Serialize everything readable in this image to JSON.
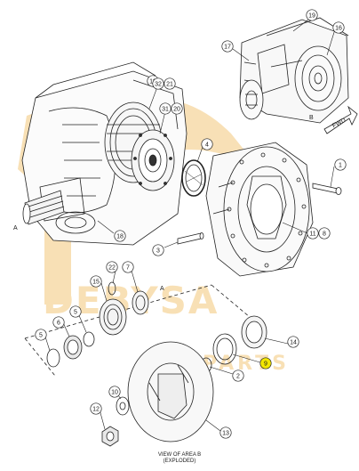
{
  "watermark": {
    "brand_top": "DEBYSA",
    "brand_bottom": "PARTS",
    "color": "#f3c77a"
  },
  "diagram": {
    "caption_line1": "VIEW OF AREA B",
    "caption_line2": "(EXPLODED)",
    "label_a_left": "A",
    "label_a_right": "A",
    "label_b": "B",
    "fwd_label": "FWD",
    "highlight_color": "#f2e600",
    "callouts": [
      {
        "id": "c19",
        "label": "19"
      },
      {
        "id": "c16",
        "label": "16"
      },
      {
        "id": "c17",
        "label": "17"
      },
      {
        "id": "c18a",
        "label": "18"
      },
      {
        "id": "c32",
        "label": "32"
      },
      {
        "id": "c21",
        "label": "21"
      },
      {
        "id": "c31",
        "label": "31"
      },
      {
        "id": "c20",
        "label": "20"
      },
      {
        "id": "c4",
        "label": "4"
      },
      {
        "id": "c1",
        "label": "1"
      },
      {
        "id": "c18b",
        "label": "18"
      },
      {
        "id": "c11",
        "label": "11"
      },
      {
        "id": "c8",
        "label": "8"
      },
      {
        "id": "c3",
        "label": "3"
      },
      {
        "id": "c22",
        "label": "22"
      },
      {
        "id": "c7",
        "label": "7"
      },
      {
        "id": "c15",
        "label": "15"
      },
      {
        "id": "c6",
        "label": "6"
      },
      {
        "id": "c5b",
        "label": "5"
      },
      {
        "id": "c5a",
        "label": "5"
      },
      {
        "id": "c14",
        "label": "14"
      },
      {
        "id": "c9",
        "label": "9"
      },
      {
        "id": "c2",
        "label": "2"
      },
      {
        "id": "c10",
        "label": "10"
      },
      {
        "id": "c12",
        "label": "12"
      },
      {
        "id": "c13",
        "label": "13"
      }
    ]
  }
}
